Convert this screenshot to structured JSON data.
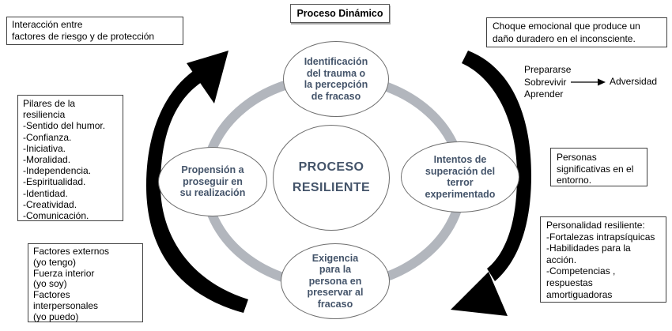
{
  "title": "Proceso Dinámico",
  "cycle": {
    "center": "PROCESO\nRESILIENTE",
    "top": "Identificación\ndel trauma o\nla percepción\nde fracaso",
    "right": "Intentos de\nsuperación del\nterror\nexperimentado",
    "bottom": "Exigencia\npara la\npersona en\npreservar al\nfracaso",
    "left": "Propensión a\nproseguir en\nsu realización"
  },
  "boxes": {
    "interaccion": "Interacción entre\nfactores de  riesgo y de protección",
    "pilares": "Pilares de la\nresiliencia\n-Sentido del humor.\n-Confianza.\n-Iniciativa.\n-Moralidad.\n-Independencia.\n-Espiritualidad.\n-Identidad.\n-Creatividad.\n-Comunicación.",
    "factores": "Factores externos\n(yo tengo)\nFuerza interior\n(yo soy)\nFactores\ninterpersonales\n(yo puedo)",
    "choque": "Choque emocional que produce un\ndaño duradero en el inconsciente.",
    "personas": "Personas\nsignificativas en el\nentorno.",
    "personalidad": "Personalidad resiliente:\n-Fortalezas intrapsíquicas\n-Habilidades para la\nacción.\n-Competencias ,\nrespuestas\namortiguadoras"
  },
  "annotations": {
    "prepararse": "Prepararse\nSobrevivir\nAprender",
    "adversidad": "Adversidad"
  },
  "colors": {
    "node_text": "#44546a",
    "ring": "#b2b6bd",
    "arrow": "#000000",
    "box_border": "#404040"
  }
}
